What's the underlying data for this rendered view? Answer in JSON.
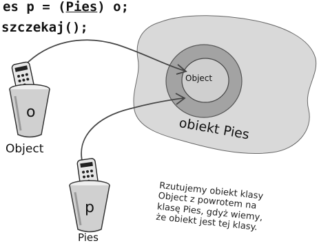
{
  "code": {
    "line1_prefix": "es p = (",
    "line1_cast": "Pies",
    "line1_suffix": ") o;",
    "line2": "szczekaj();"
  },
  "refs": [
    {
      "variable": "o",
      "type": "Object"
    },
    {
      "variable": "p",
      "type": "Pies"
    }
  ],
  "heap_object": {
    "inner_label": "Object",
    "outer_label": "obiekt Pies"
  },
  "note": "Rzutujemy obiekt klasy\nObject z powrotem na\nklasę Pies, gdyż wiemy,\nże obiekt jest tej klasy.",
  "colors": {
    "heap": "#d9d9d9",
    "outer_ring": "#a3a3a3",
    "inner_circle": "#cfcfcf",
    "cup": "#d0d0d0"
  }
}
